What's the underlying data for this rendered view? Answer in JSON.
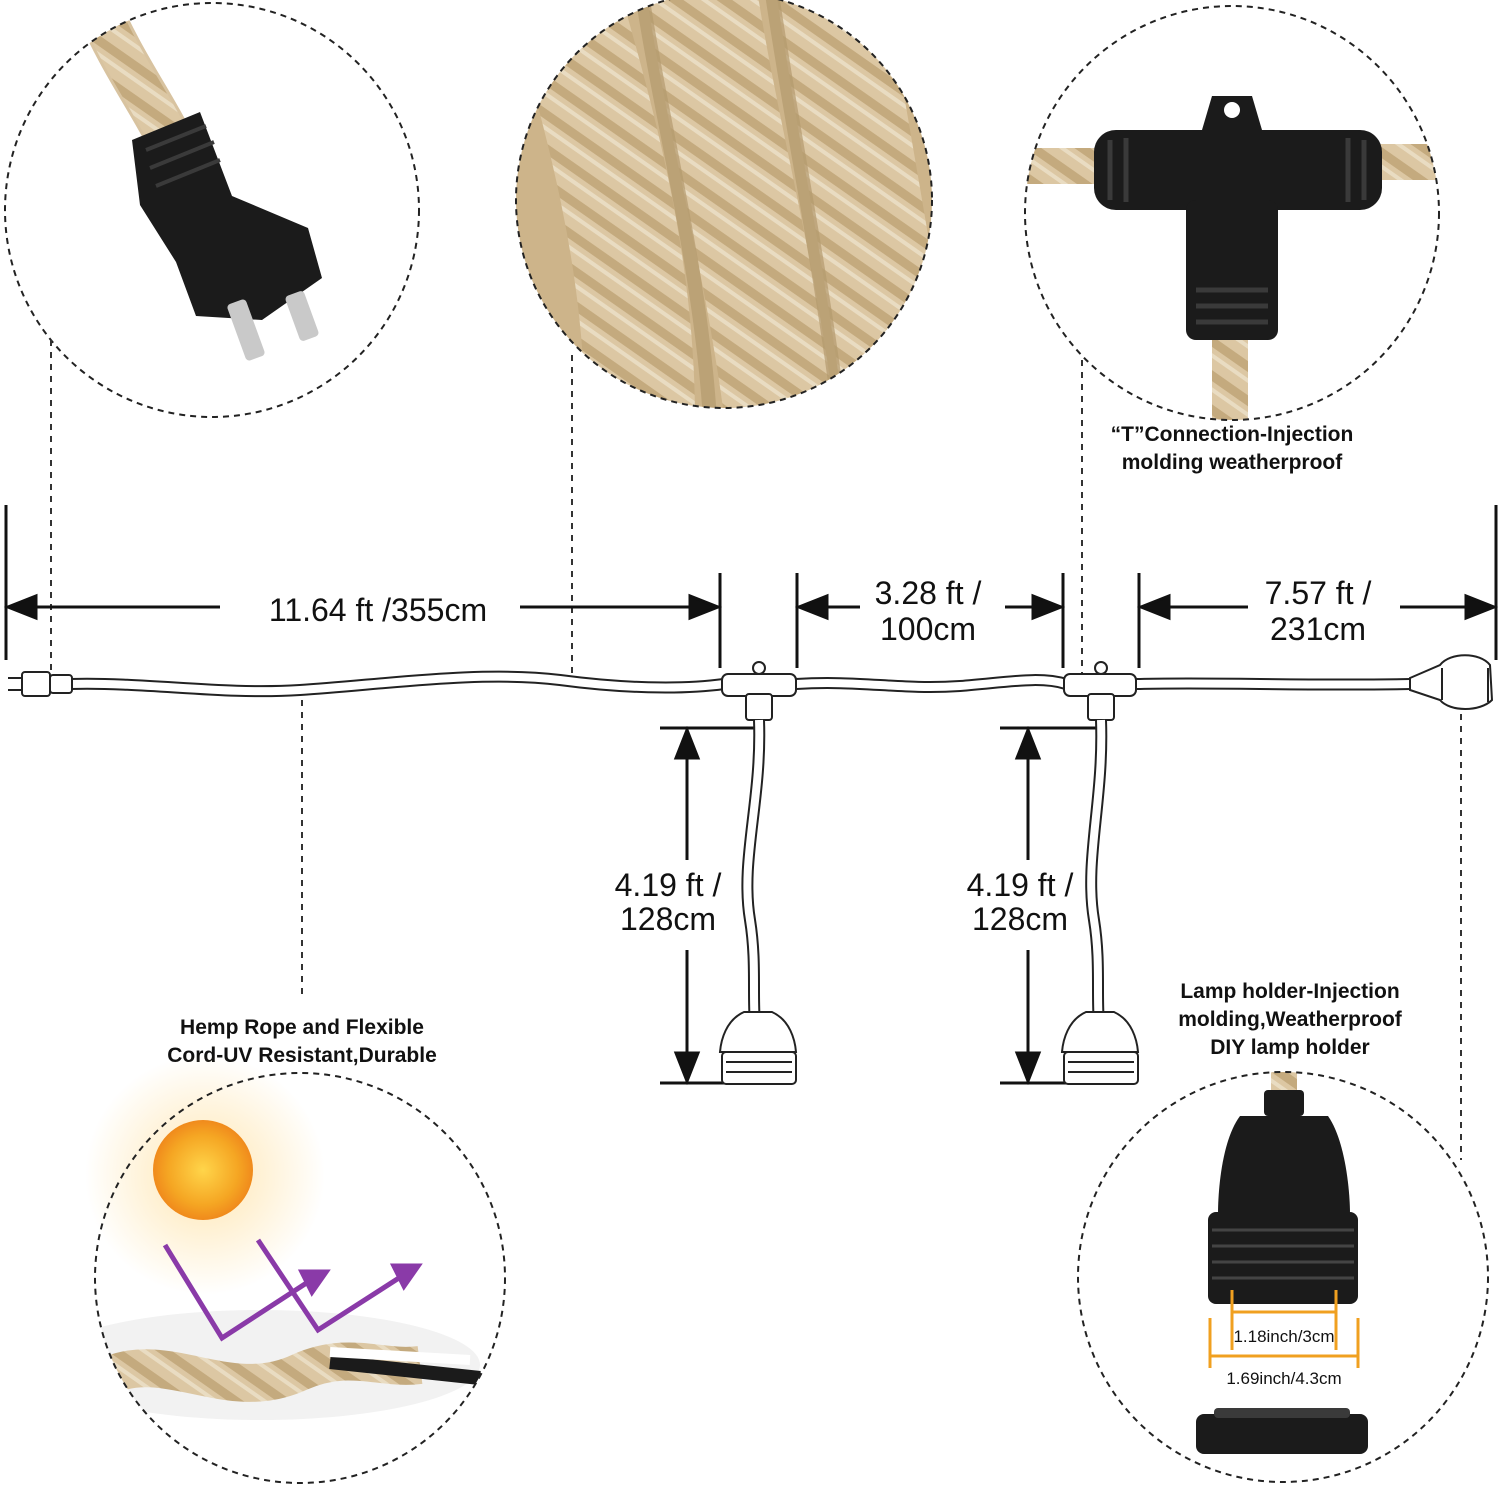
{
  "dimensions": {
    "main_cord": "11.64 ft /355cm",
    "socket_spacing_line1": "3.28 ft /",
    "socket_spacing_line2": "100cm",
    "tail_line1": "7.57 ft /",
    "tail_line2": "231cm",
    "drop1_line1": "4.19 ft /",
    "drop1_line2": "128cm",
    "drop2_line1": "4.19 ft /",
    "drop2_line2": "128cm"
  },
  "captions": {
    "t_connection_line1": "“T”Connection-Injection",
    "t_connection_line2": "molding weatherproof",
    "hemp_line1": "Hemp Rope and Flexible",
    "hemp_line2": "Cord-UV Resistant,Durable",
    "lamp_line1": "Lamp holder-Injection",
    "lamp_line2": "molding,Weatherproof",
    "lamp_line3": "DIY lamp holder"
  },
  "lamp_holder": {
    "inner_diameter": "1.18inch/3cm",
    "outer_diameter": "1.69inch/4.3cm"
  },
  "colors": {
    "rope": "#d8c3a0",
    "rope_dark": "#b89c6e",
    "plastic": "#1b1b1b",
    "arrow": "#8a3aa8",
    "sun": "#f5a623",
    "marker_orange": "#f0a020"
  }
}
